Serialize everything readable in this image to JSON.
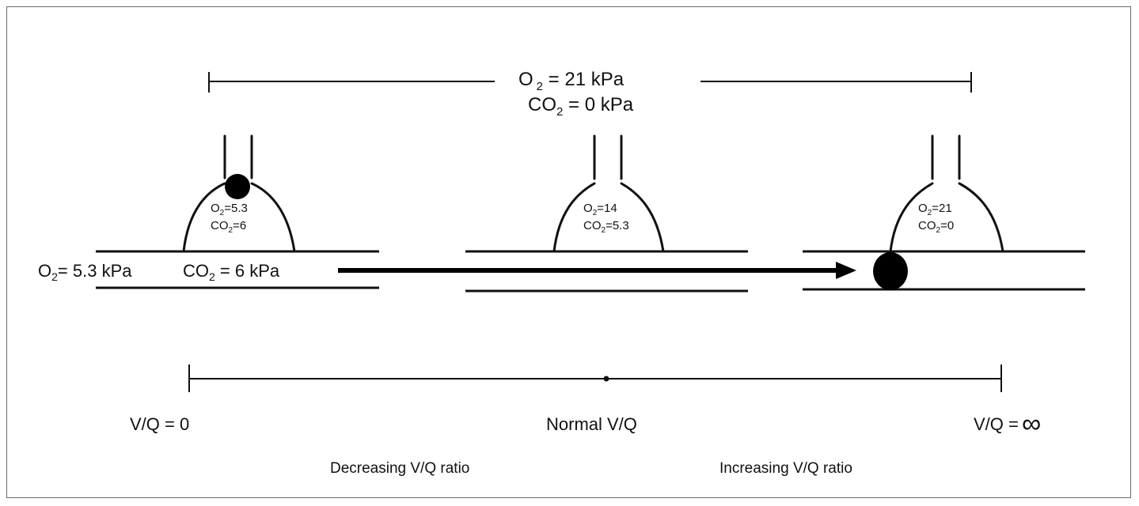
{
  "ambient": {
    "o2": "O",
    "o2_sub": "2",
    "o2_value": " = 21 kPa",
    "co2": "CO",
    "co2_sub": "2",
    "co2_value": " = 0 kPa"
  },
  "alveoli": [
    {
      "o2": "O",
      "o2_sub": "2",
      "o2_value": "=5.3",
      "co2": "CO",
      "co2_sub": "2",
      "co2_value": "=6"
    },
    {
      "o2": "O",
      "o2_sub": "2",
      "o2_value": "=14",
      "co2": "CO",
      "co2_sub": "2",
      "co2_value": "=5.3"
    },
    {
      "o2": "O",
      "o2_sub": "2",
      "o2_value": "=21",
      "co2": "CO",
      "co2_sub": "2",
      "co2_value": "=0"
    }
  ],
  "venous": {
    "o2": "O",
    "o2_sub": "2",
    "o2_value": "= 5.3 kPa",
    "co2": "CO",
    "co2_sub": "2",
    "co2_value": " = 6 kPa"
  },
  "scale": {
    "left": "V/Q = 0",
    "center": "Normal V/Q",
    "right_prefix": "V/Q = ",
    "right_symbol": "∞",
    "decreasing": "Decreasing  V/Q ratio",
    "increasing": "Increasing V/Q ratio"
  }
}
